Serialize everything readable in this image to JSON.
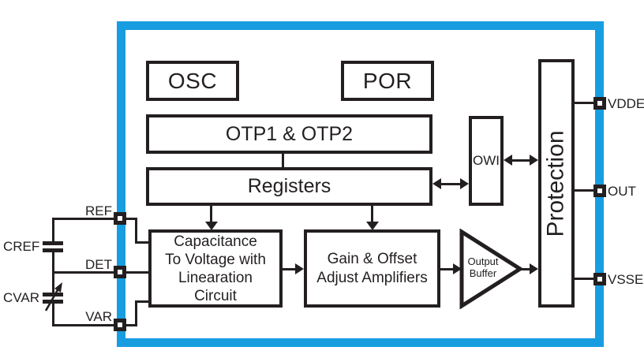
{
  "colors": {
    "frame": "#189DE1",
    "ink": "#231F20"
  },
  "blocks": {
    "osc": {
      "label": "OSC"
    },
    "por": {
      "label": "POR"
    },
    "otp": {
      "label": "OTP1 & OTP2"
    },
    "registers": {
      "label": "Registers"
    },
    "cap_to_voltage": {
      "line1": "Capacitance",
      "line2": "To Voltage with",
      "line3": "Linearation",
      "line4": "Circuit"
    },
    "gain_offset": {
      "line1": "Gain & Offset",
      "line2": "Adjust Amplifiers"
    },
    "output_buffer": {
      "line1": "Output",
      "line2": "Buffer"
    },
    "owi": {
      "label": "OWI"
    },
    "protection": {
      "label": "Protection"
    }
  },
  "pins_left": [
    {
      "name": "REF"
    },
    {
      "name": "DET"
    },
    {
      "name": "VAR"
    }
  ],
  "pins_right": [
    {
      "name": "VDDE"
    },
    {
      "name": "OUT"
    },
    {
      "name": "VSSE"
    }
  ],
  "capacitors": [
    {
      "label": "CREF",
      "type": "fixed"
    },
    {
      "label": "CVAR",
      "type": "variable"
    }
  ]
}
